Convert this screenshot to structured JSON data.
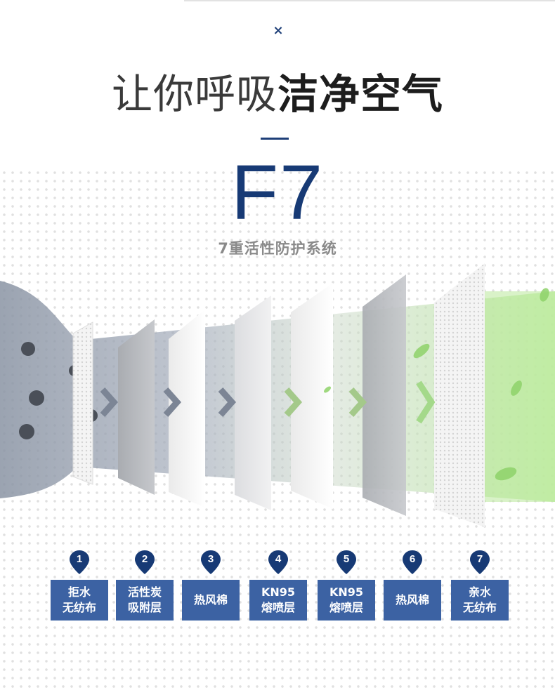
{
  "close_glyph": "×",
  "headline": {
    "light": "让你呼吸",
    "bold": "洁净空气"
  },
  "model_code": "F7",
  "subtitle": "7重活性防护系统",
  "colors": {
    "navy": "#173a75",
    "badge_fill": "#3c62a3",
    "green": "#b9e89b"
  },
  "layers": [
    {
      "num": "1",
      "line1": "拒水",
      "line2": "无纺布"
    },
    {
      "num": "2",
      "line1": "活性炭",
      "line2": "吸附层"
    },
    {
      "num": "3",
      "line1": "热风棉",
      "line2": ""
    },
    {
      "num": "4",
      "line1": "KN95",
      "line2": "熔喷层"
    },
    {
      "num": "5",
      "line1": "KN95",
      "line2": "熔喷层"
    },
    {
      "num": "6",
      "line1": "热风棉",
      "line2": ""
    },
    {
      "num": "7",
      "line1": "亲水",
      "line2": "无纺布"
    }
  ]
}
